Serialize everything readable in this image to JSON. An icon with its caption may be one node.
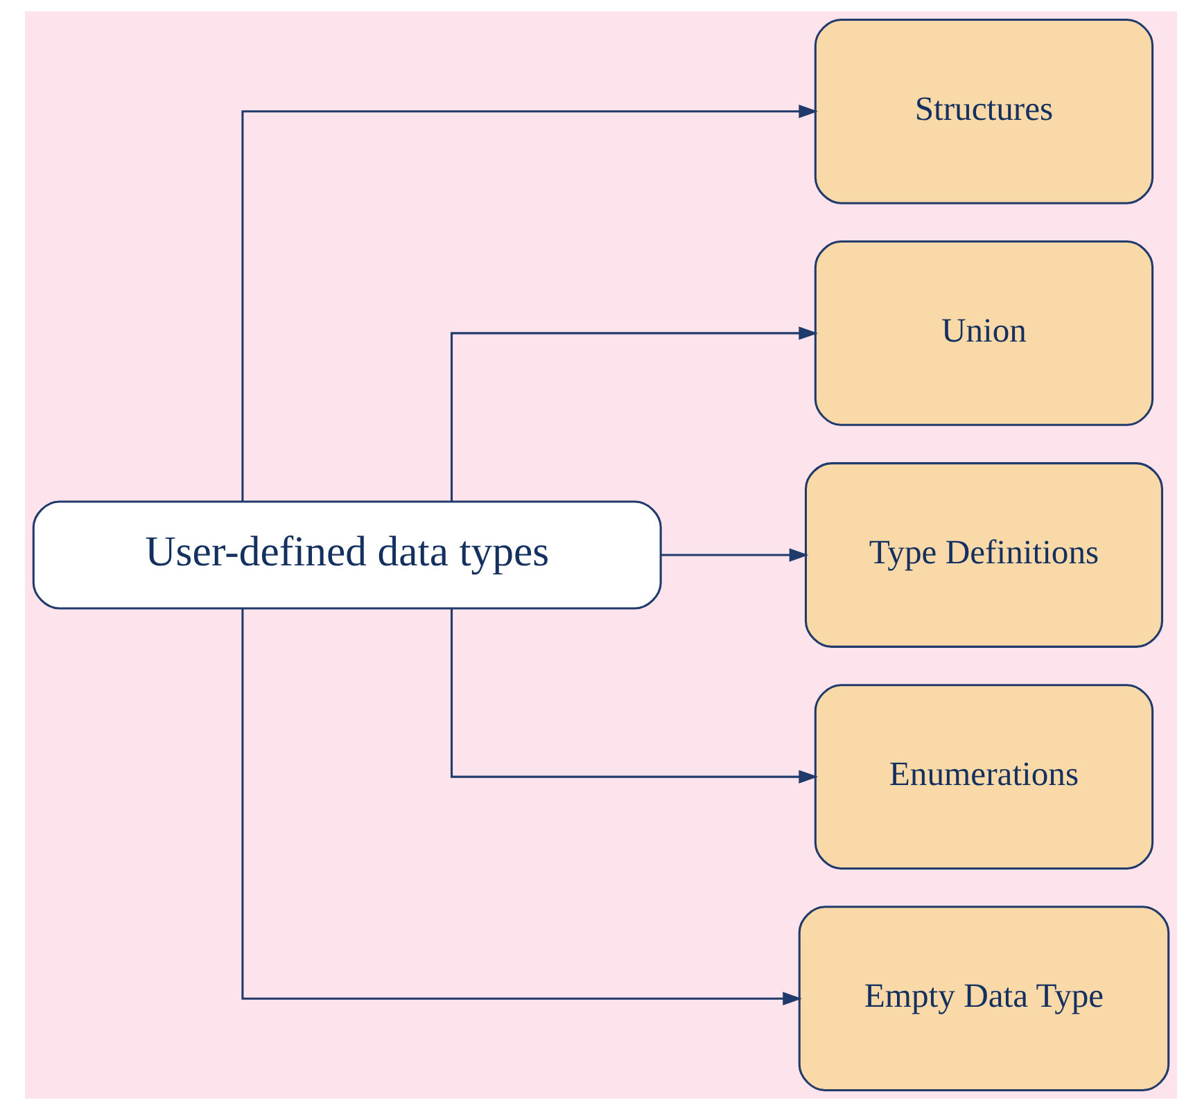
{
  "diagram": {
    "nodes": [
      {
        "text": [
          "User-defined data types"
        ]
      },
      {
        "text": [
          "Structures"
        ]
      },
      {
        "text": [
          "Union"
        ]
      },
      {
        "text": [
          "Type Definitions"
        ]
      },
      {
        "text": [
          "Enumerations"
        ]
      },
      {
        "text": [
          "Empty Data Type"
        ]
      }
    ],
    "edges": [
      {
        "from": 0,
        "to": 1,
        "arrow": "to"
      },
      {
        "from": 0,
        "to": 2,
        "arrow": "to"
      },
      {
        "from": 0,
        "to": 3,
        "arrow": "to"
      },
      {
        "from": 0,
        "to": 4,
        "arrow": "to"
      },
      {
        "from": 0,
        "to": 5,
        "arrow": "to"
      }
    ]
  }
}
